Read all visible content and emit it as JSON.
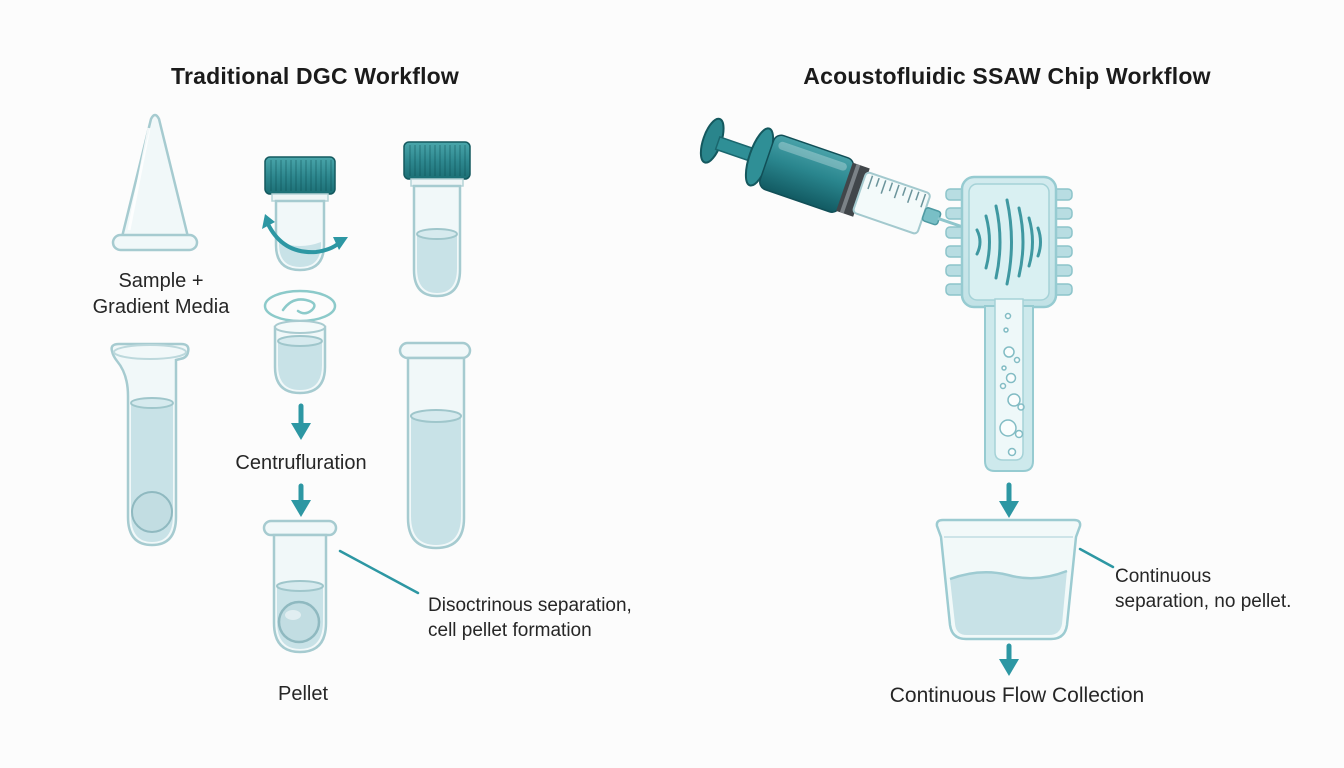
{
  "page": {
    "background": "#fcfcfc"
  },
  "colors": {
    "teal_dark": "#1f7479",
    "teal": "#2f8f96",
    "teal_arrow": "#2d97a3",
    "glass_stroke": "#a6cbd0",
    "glass_fill": "#f1f8f9",
    "liquid": "#c8e2e7",
    "chip_fill": "#cde9ec",
    "text": "#262626"
  },
  "left_panel": {
    "title": "Traditional DGC Workflow",
    "sample_label_line1": "Sample +",
    "sample_label_line2": "Gradient Media",
    "step_label": "Centrufluration",
    "note_line1": "Disoctrinous separation,",
    "note_line2": "cell pellet formation",
    "pellet_label": "Pellet"
  },
  "right_panel": {
    "title": "Acoustofluidic SSAW Chip Workflow",
    "note_line1": "Continuous",
    "note_line2": "separation, no pellet.",
    "collection_label": "Continuous Flow Collection"
  },
  "icons": {
    "left": [
      "conical-tube-icon",
      "capped-tube-vortex-icon",
      "vortex-arrow-icon",
      "capped-sample-tube-icon",
      "swirl-icon",
      "small-cup-tube-icon",
      "down-arrow-icon",
      "round-bottom-spout-tube-icon",
      "tall-test-tube-icon",
      "pellet-tube-icon"
    ],
    "right": [
      "syringe-icon",
      "ssaw-chip-icon",
      "idt-teeth-icon",
      "acoustic-wave-icon",
      "microchannel-icon",
      "down-arrow-icon",
      "collection-beaker-icon"
    ]
  }
}
